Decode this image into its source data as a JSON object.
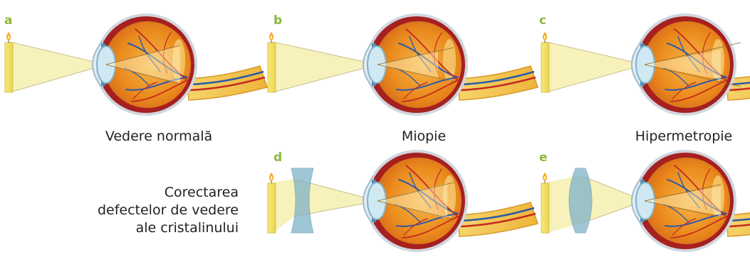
{
  "panels": [
    {
      "letter": "a",
      "caption": "Vedere normală"
    },
    {
      "letter": "b",
      "caption": "Miopie"
    },
    {
      "letter": "c",
      "caption": "Hipermetropie"
    },
    {
      "letter": "d",
      "caption": ""
    },
    {
      "letter": "e",
      "caption": ""
    }
  ],
  "side_label": {
    "line1": "Corectarea",
    "line2": "defectelor de vedere",
    "line3": "ale cristalinului"
  },
  "colors": {
    "letter": "#8cb83a",
    "light_cone": "#f6efb4",
    "eye_outer": "#a62020",
    "eye_inner": "#ea8a1c",
    "lens": "#cfe8f2",
    "corrective_lens": "#7fb3c9",
    "optic_nerve": "#f3c33a"
  }
}
